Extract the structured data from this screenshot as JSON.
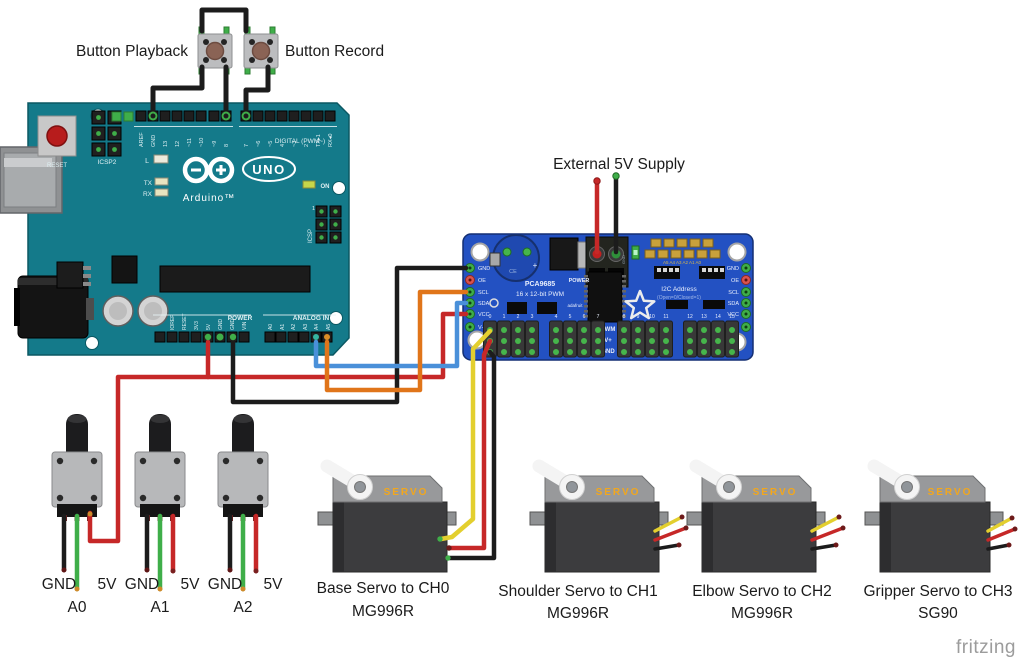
{
  "page": {
    "watermark": "fritzing",
    "background": "#ffffff"
  },
  "annotations": {
    "button_playback": "Button Playback",
    "button_record": "Button Record",
    "external_supply": "External 5V Supply"
  },
  "arduino": {
    "reset_label": "RESET",
    "icsp2_label": "ICSP2",
    "icsp_label": "ICSP",
    "icsp_pin1": "1",
    "led_l": "L",
    "led_tx": "TX",
    "led_rx": "RX",
    "led_on": "ON",
    "logo_text": "UNO",
    "brand_text": "Arduino™",
    "digital_caption": "DIGITAL (PWM~)",
    "power_caption": "POWER",
    "analog_caption": "ANALOG IN",
    "digital_pins": [
      "AREF",
      "GND",
      "13",
      "12",
      "~11",
      "~10",
      "~9",
      "8",
      "7",
      "~6",
      "~5",
      "4",
      "~3",
      "2",
      "TX▸1",
      "RX◂0"
    ],
    "power_pins": [
      "IOREF",
      "RESET",
      "3V3",
      "5V",
      "GND",
      "GND",
      "VIN"
    ],
    "analog_pins": [
      "A0",
      "A1",
      "A2",
      "A3",
      "A4",
      "A5"
    ]
  },
  "driver": {
    "chip_label": "PCA9685",
    "subtitle": "16 x 12-bit PWM",
    "power_caption": "POWER",
    "i2c_caption": "I2C Address",
    "i2c_sub": "(Open=0/Closed=1)",
    "jumper_labels": "A5 A4 A3 A2 A1 A0",
    "cap_label": "CE",
    "cap_plus": "+",
    "brand": "adafruit",
    "terminal_label": "GND",
    "row_labels": [
      "PWM",
      "V+",
      "GND"
    ],
    "left_pins": [
      "GND",
      "OE",
      "SCL",
      "SDA",
      "VCC",
      "V+"
    ],
    "right_pins": [
      "GND",
      "OE",
      "SCL",
      "SDA",
      "VCC",
      "V+"
    ],
    "channels": [
      "0",
      "1",
      "2",
      "3",
      "4",
      "5",
      "6",
      "7",
      "8",
      "9",
      "10",
      "11",
      "12",
      "13",
      "14",
      "15"
    ]
  },
  "pots": [
    {
      "left_label": "GND",
      "right_label": "5V",
      "pin_label": "A0"
    },
    {
      "left_label": "GND",
      "right_label": "5V",
      "pin_label": "A1"
    },
    {
      "left_label": "GND",
      "right_label": "5V",
      "pin_label": "A2"
    }
  ],
  "servos": [
    {
      "badge": "SERVO",
      "caption": "Base Servo to CH0",
      "model": "MG996R"
    },
    {
      "badge": "SERVO",
      "caption": "Shoulder Servo to CH1",
      "model": "MG996R"
    },
    {
      "badge": "SERVO",
      "caption": "Elbow Servo to CH2",
      "model": "MG996R"
    },
    {
      "badge": "SERVO",
      "caption": "Gripper Servo to CH3",
      "model": "SG90"
    }
  ],
  "colors": {
    "arduino_teal": "#147a8a",
    "driver_blue": "#2351c2",
    "wire_red": "#c62828",
    "wire_black": "#1c1c1c",
    "wire_blue": "#4a90d9",
    "wire_orange": "#e0751a",
    "wire_yellow": "#e3cf2e",
    "wire_green": "#3fae49"
  }
}
